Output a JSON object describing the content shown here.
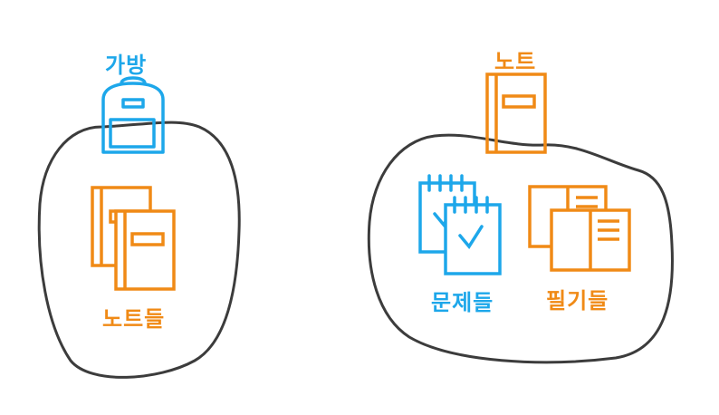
{
  "labels": {
    "bag": "가방",
    "notes_left": "노트들",
    "notebook": "노트",
    "problems": "문제들",
    "writing": "필기들"
  },
  "colors": {
    "blue": "#1da7ea",
    "orange": "#f08a16",
    "outline": "#3c3c3c"
  },
  "icons": [
    "backpack-icon",
    "notebook-icon",
    "spiral-notepad-icon",
    "open-book-icon"
  ]
}
